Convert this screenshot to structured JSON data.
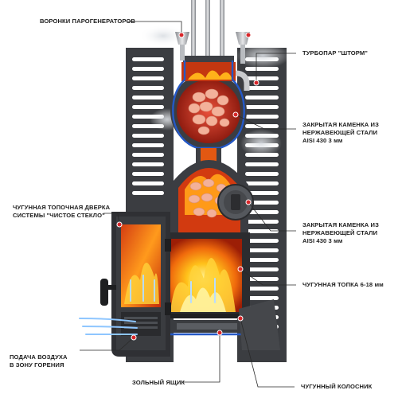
{
  "labels": {
    "funnels": "ВОРОНКИ ПАРОГЕНЕРАТОРОВ",
    "turbopar": "ТУРБОПАР \"ШТОРМ\"",
    "heater_top": [
      "ЗАКРЫТАЯ КАМЕНКА ИЗ",
      "НЕРЖАВЕЮЩЕЙ СТАЛИ",
      "AISI 430   3 мм"
    ],
    "door": [
      "ЧУГУННАЯ ТОПОЧНАЯ ДВЕРКА",
      "СИСТЕМЫ \"ЧИСТОЕ СТЕКЛО\""
    ],
    "heater_mid": [
      "ЗАКРЫТАЯ КАМЕНКА ИЗ",
      "НЕРЖАВЕЮЩЕЙ СТАЛИ",
      "AISI 430   3 мм"
    ],
    "firebox": "ЧУГУННАЯ ТОПКА 6-18 мм",
    "air": [
      "ПОДАЧА ВОЗДУХА",
      "В ЗОНУ ГОРЕНИЯ"
    ],
    "ashbox": "ЗОЛЬНЫЙ ЯЩИК",
    "grate": "ЧУГУННЫЙ КОЛОСНИК"
  },
  "colors": {
    "steel": "#4a4c50",
    "cast_iron": "#2b2c2f",
    "flame": "#f07a10",
    "stones": "#f3b19a",
    "marker": "#d8262a",
    "water_channel": "#2458c6"
  }
}
